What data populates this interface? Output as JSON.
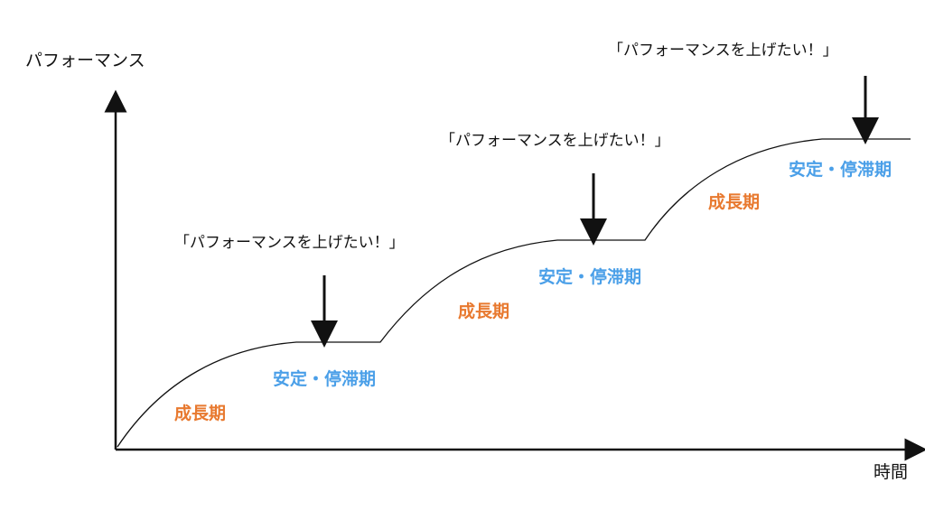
{
  "axes": {
    "y_label": "パフォーマンス",
    "x_label": "時間"
  },
  "callouts": [
    "「パフォーマンスを上げたい！」",
    "「パフォーマンスを上げたい！」",
    "「パフォーマンスを上げたい！」"
  ],
  "phases": [
    {
      "growth": "成長期",
      "stable": "安定・停滞期"
    },
    {
      "growth": "成長期",
      "stable": "安定・停滞期"
    },
    {
      "growth": "成長期",
      "stable": "安定・停滞期"
    }
  ],
  "colors": {
    "growth": "#E8792F",
    "stable": "#4A9FE8",
    "line": "#111111"
  }
}
